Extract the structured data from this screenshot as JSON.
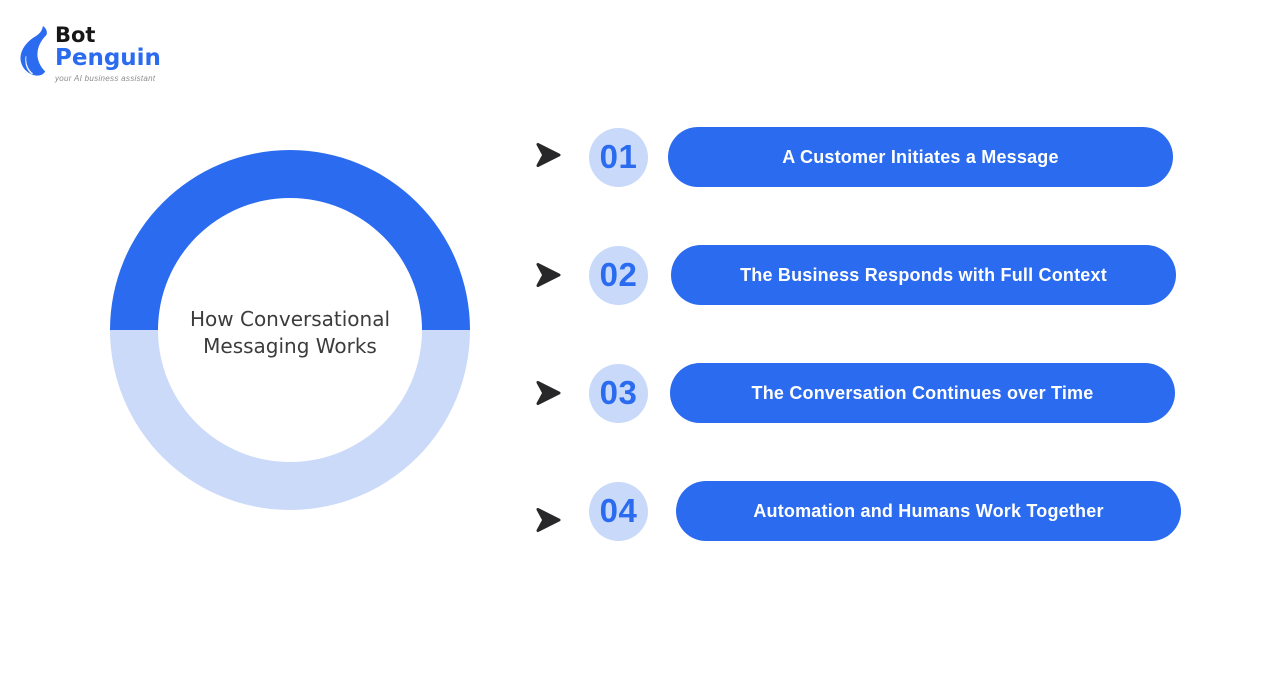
{
  "logo": {
    "brand_top": "Bot",
    "brand_bottom": "Penguin",
    "tagline": "your AI business assistant"
  },
  "donut": {
    "title_line1": "How Conversational",
    "title_line2": "Messaging Works",
    "top_half_color": "#2B6BF0",
    "bottom_half_color": "#CBDAF9"
  },
  "steps": [
    {
      "number": "01",
      "label": "A Customer Initiates a Message"
    },
    {
      "number": "02",
      "label": "The Business Responds with Full Context"
    },
    {
      "number": "03",
      "label": "The Conversation Continues over Time"
    },
    {
      "number": "04",
      "label": "Automation and Humans Work Together"
    }
  ],
  "colors": {
    "primary_blue": "#2B6BF0",
    "badge_light_blue": "#C8D9FA",
    "arrow_dark": "#28282A",
    "pill_text": "#FFFFFF",
    "brand_black": "#161616",
    "tagline_gray": "#8C8C8C",
    "title_gray": "#3C3C3C",
    "background": "#FFFFFF"
  }
}
